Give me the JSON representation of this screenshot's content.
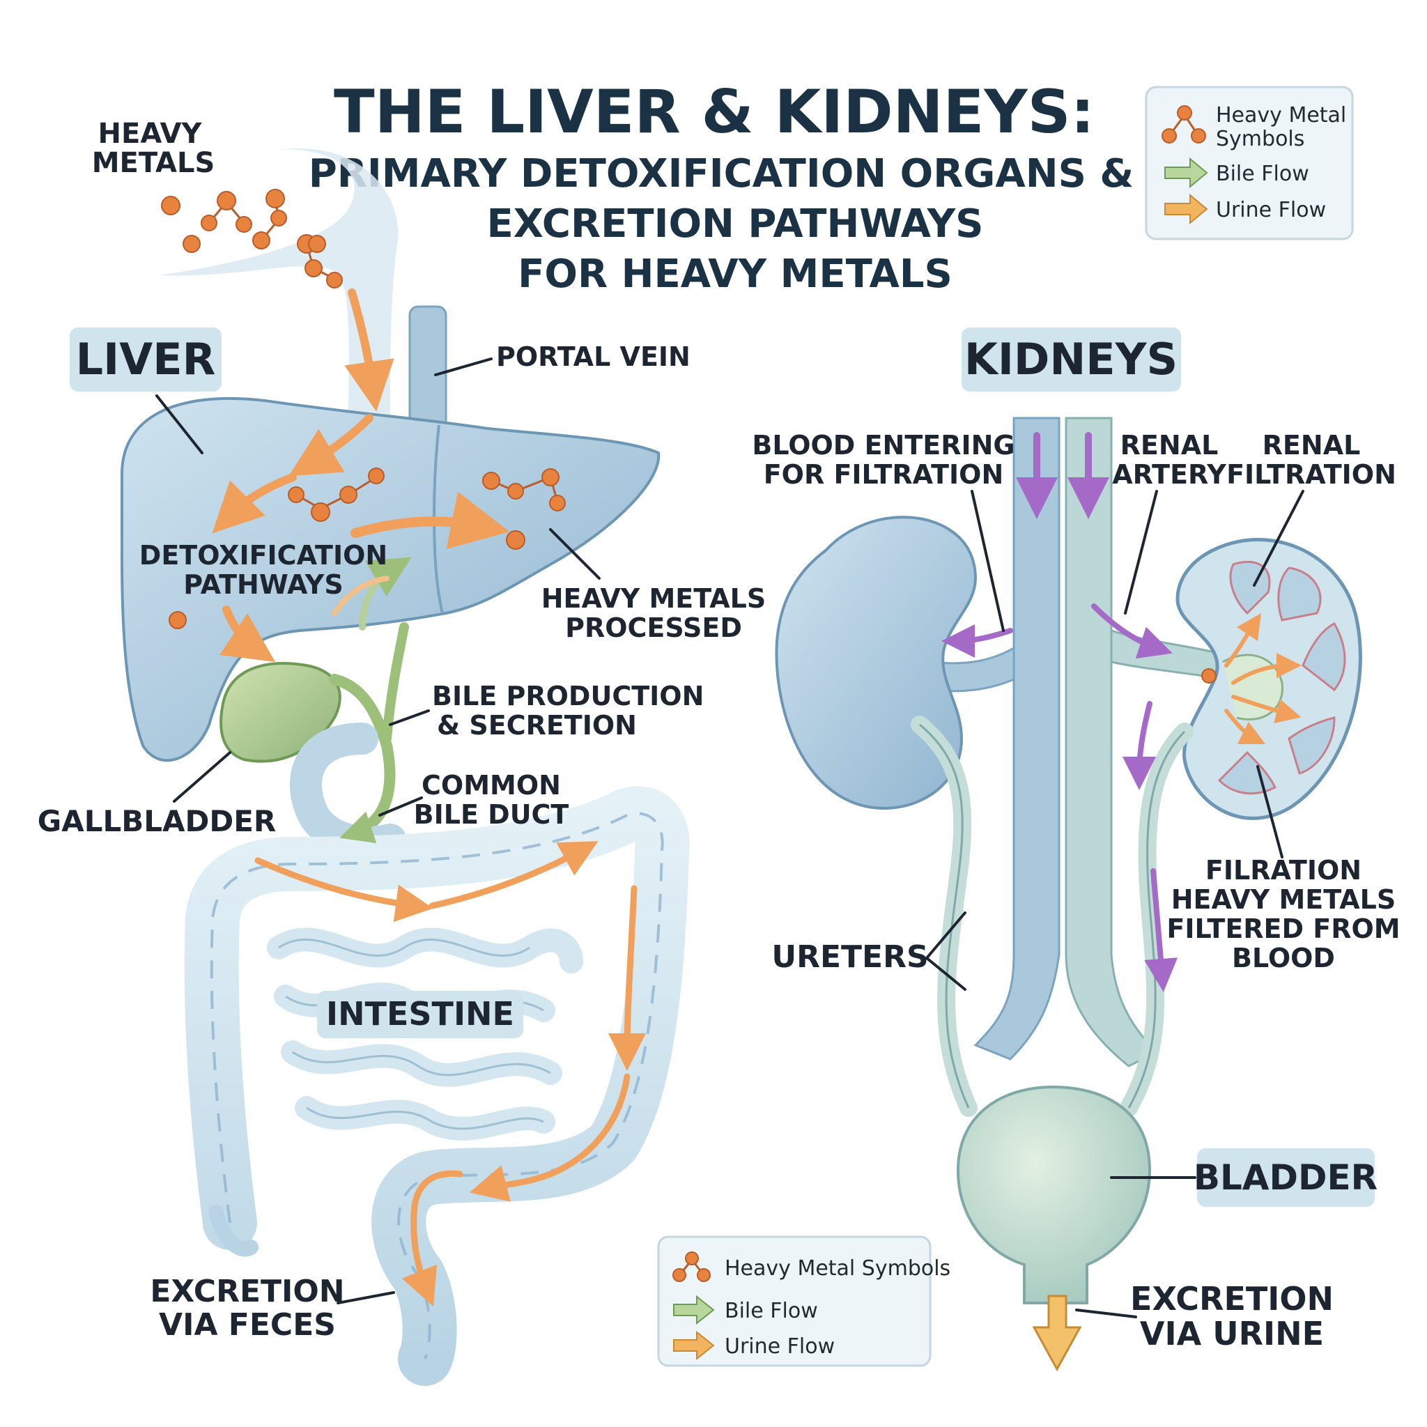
{
  "title": {
    "line1": "THE LIVER & KIDNEYS:",
    "line2": "PRIMARY DETOXIFICATION ORGANS &",
    "line3": "EXCRETION PATHWAYS",
    "line4": "FOR HEAVY METALS"
  },
  "liver_side": {
    "liver": "LIVER",
    "heavy_metals_1": "HEAVY",
    "heavy_metals_2": "METALS",
    "portal_vein": "PORTAL VEIN",
    "detox_1": "DETOXIFICATION",
    "detox_2": "PATHWAYS",
    "processed_1": "HEAVY METALS",
    "processed_2": "PROCESSED",
    "bile_1": "BILE PRODUCTION",
    "bile_2": "& SECRETION",
    "duct_1": "COMMON",
    "duct_2": "BILE DUCT",
    "gallbladder": "GALLBLADDER",
    "intestine": "INTESTINE",
    "feces_1": "EXCRETION",
    "feces_2": "VIA FECES"
  },
  "kidney_side": {
    "kidneys": "KIDNEYS",
    "blood_1": "BLOOD ENTERING",
    "blood_2": "FOR FILTRATION",
    "artery_1": "RENAL",
    "artery_2": "ARTERY",
    "filtration_1": "RENAL",
    "filtration_2": "FILTRATION",
    "filtered_1": "FILRATION",
    "filtered_2": "HEAVY METALS",
    "filtered_3": "FILTERED FROM",
    "filtered_4": "BLOOD",
    "ureters": "URETERS",
    "bladder": "BLADDER",
    "urine_1": "EXCRETION",
    "urine_2": "VIA URINE"
  },
  "legend_top": {
    "metal_1": "Heavy Metal",
    "metal_2": "Symbols",
    "bile": "Bile Flow",
    "urine": "Urine Flow"
  },
  "legend_bottom": {
    "metal": "Heavy Metal Symbols",
    "bile": "Bile Flow",
    "urine": "Urine Flow"
  },
  "colors": {
    "organ_blue": "#a9c8dc",
    "metal_orange": "#e8833f",
    "arrow_orange": "#f0a05a",
    "bile_green": "#b7cf9a",
    "purple_flow": "#a569c8",
    "label_box": "#cfe4ec"
  }
}
